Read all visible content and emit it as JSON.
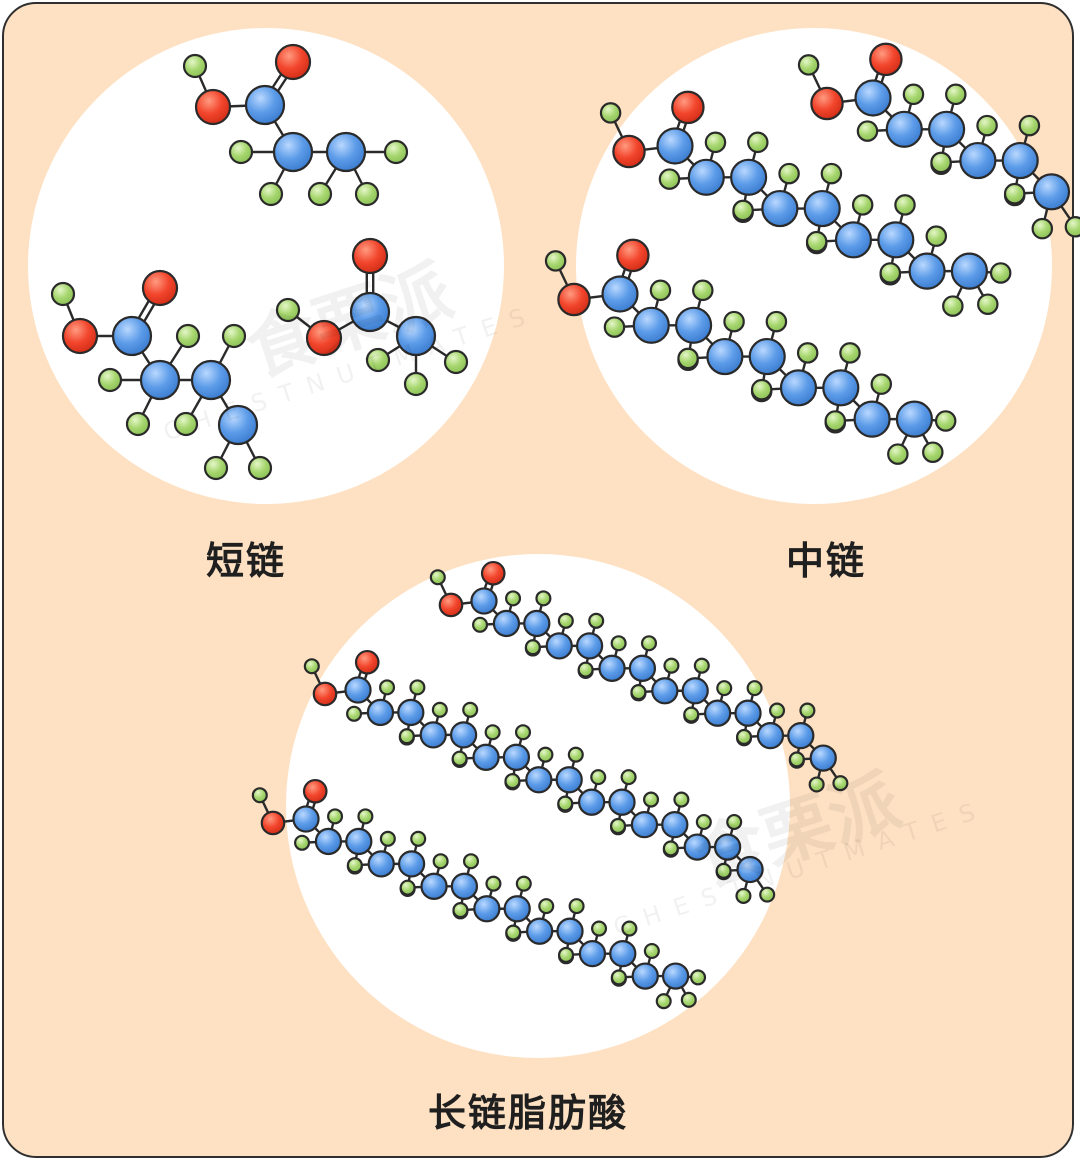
{
  "labels": {
    "short": "短链",
    "medium": "中链",
    "long": "长链脂肪酸"
  },
  "watermark": {
    "main": "食栗派",
    "sub": "CHESTNUTMATES"
  },
  "colors": {
    "background": "#FEE1C2",
    "circle": "#ffffff",
    "carbon": "#5B9BE8",
    "oxygen": "#F2452C",
    "hydrogen": "#A6D66E"
  }
}
